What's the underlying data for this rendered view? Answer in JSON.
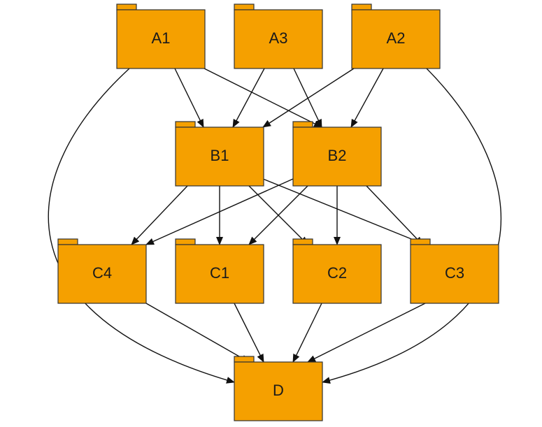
{
  "diagram": {
    "fill_color": "#F5A000",
    "stroke_color": "#333333",
    "nodes": [
      {
        "id": "A1",
        "label": "A1"
      },
      {
        "id": "A3",
        "label": "A3"
      },
      {
        "id": "A2",
        "label": "A2"
      },
      {
        "id": "B1",
        "label": "B1"
      },
      {
        "id": "B2",
        "label": "B2"
      },
      {
        "id": "C4",
        "label": "C4"
      },
      {
        "id": "C1",
        "label": "C1"
      },
      {
        "id": "C2",
        "label": "C2"
      },
      {
        "id": "C3",
        "label": "C3"
      },
      {
        "id": "D",
        "label": "D"
      }
    ],
    "edges": [
      {
        "from": "A1",
        "to": "B1"
      },
      {
        "from": "A1",
        "to": "B2"
      },
      {
        "from": "A1",
        "to": "D"
      },
      {
        "from": "A3",
        "to": "B1"
      },
      {
        "from": "A3",
        "to": "B2"
      },
      {
        "from": "A2",
        "to": "B1"
      },
      {
        "from": "A2",
        "to": "B2"
      },
      {
        "from": "A2",
        "to": "D"
      },
      {
        "from": "B1",
        "to": "C4"
      },
      {
        "from": "B1",
        "to": "C1"
      },
      {
        "from": "B1",
        "to": "C2"
      },
      {
        "from": "B1",
        "to": "C3"
      },
      {
        "from": "B2",
        "to": "C4"
      },
      {
        "from": "B2",
        "to": "C1"
      },
      {
        "from": "B2",
        "to": "C2"
      },
      {
        "from": "B2",
        "to": "C3"
      },
      {
        "from": "C4",
        "to": "D"
      },
      {
        "from": "C1",
        "to": "D"
      },
      {
        "from": "C2",
        "to": "D"
      },
      {
        "from": "C3",
        "to": "D"
      }
    ]
  }
}
